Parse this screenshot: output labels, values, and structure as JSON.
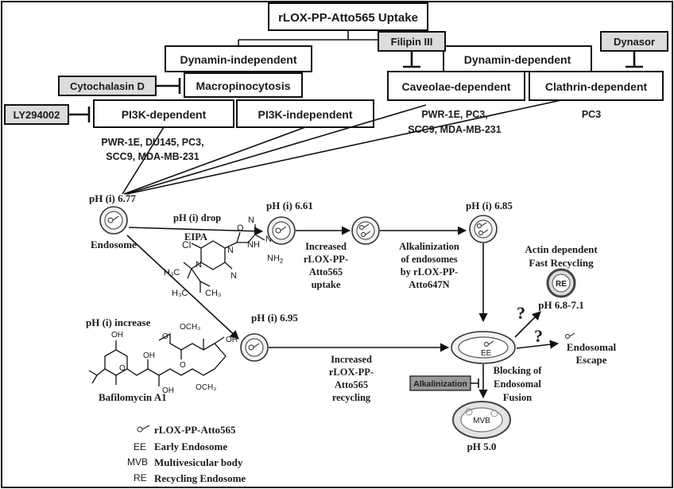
{
  "title": "rLOX-PP-Atto565 Uptake",
  "boxes": {
    "dynamin_independent": "Dynamin-independent",
    "macropinocytosis": "Macropinocytosis",
    "pi3k_dependent": "PI3K-dependent",
    "pi3k_independent": "PI3K-independent",
    "dynamin_dependent": "Dynamin-dependent",
    "caveolae_dependent": "Caveolae-dependent",
    "clathrin_dependent": "Clathrin-dependent"
  },
  "inhibitors": {
    "cytochalasin": "Cytochalasin D",
    "ly294002": "LY294002",
    "filipin": "Filipin III",
    "dynasor": "Dynasor",
    "alkalinization": "Alkalinization"
  },
  "cells": {
    "pi3k_line1": "PWR-1E, DU145, PC3,",
    "pi3k_line2": "SCC9, MDA-MB-231",
    "caveolae_line1": "PWR-1E, PC3,",
    "caveolae_line2": "SCC9, MDA-MB-231",
    "clathrin_line1": "PC3"
  },
  "ph": {
    "endosome": "pH (i) 6.77",
    "drop_vesicle": "pH (i) 6.61",
    "alkal_vesicle": "pH (i) 6.85",
    "increase_vesicle": "pH (i) 6.95",
    "recycling": "pH 6.8-7.1",
    "mvb": "pH 5.0"
  },
  "labels": {
    "endosome": "Endosome",
    "ph_drop": "pH (i) drop",
    "eipa": "EIPA",
    "ph_increase": "pH (i) increase",
    "bafilomycin": "Bafilomycin A1",
    "increased_uptake_1": "Increased",
    "increased_uptake_2": "rLOX-PP-",
    "increased_uptake_3": "Atto565",
    "increased_uptake_4": "uptake",
    "alkal_1": "Alkalinization",
    "alkal_2": "of endosomes",
    "alkal_3": "by rLOX-PP-",
    "alkal_4": "Atto647N",
    "recycling_1": "Increased",
    "recycling_2": "rLOX-PP-",
    "recycling_3": "Atto565",
    "recycling_4": "recycling",
    "actin_1": "Actin dependent",
    "actin_2": "Fast Recycling",
    "endosomal_escape_1": "Endosomal",
    "endosomal_escape_2": "Escape",
    "blocking_1": "Blocking of",
    "blocking_2": "Endosomal",
    "blocking_3": "Fusion",
    "q1": "?",
    "q2": "?",
    "ee": "EE",
    "re": "RE",
    "mvb": "MVB"
  },
  "chem": {
    "cl": "Cl",
    "n1": "N",
    "n2": "N",
    "nh2_a": "NH",
    "nh2_b": "NH",
    "nh": "NH",
    "h3c_a": "H₃C",
    "h3c_b": "H₃C",
    "ch3": "CH₃",
    "o": "O",
    "n3": "N",
    "n4": "N"
  },
  "legend": {
    "probe": "rLOX-PP-Atto565",
    "ee_abbr": "EE",
    "ee": "Early Endosome",
    "mvb_abbr": "MVB",
    "mvb": "Multivesicular body",
    "re_abbr": "RE",
    "re": "Recycling Endosome"
  }
}
